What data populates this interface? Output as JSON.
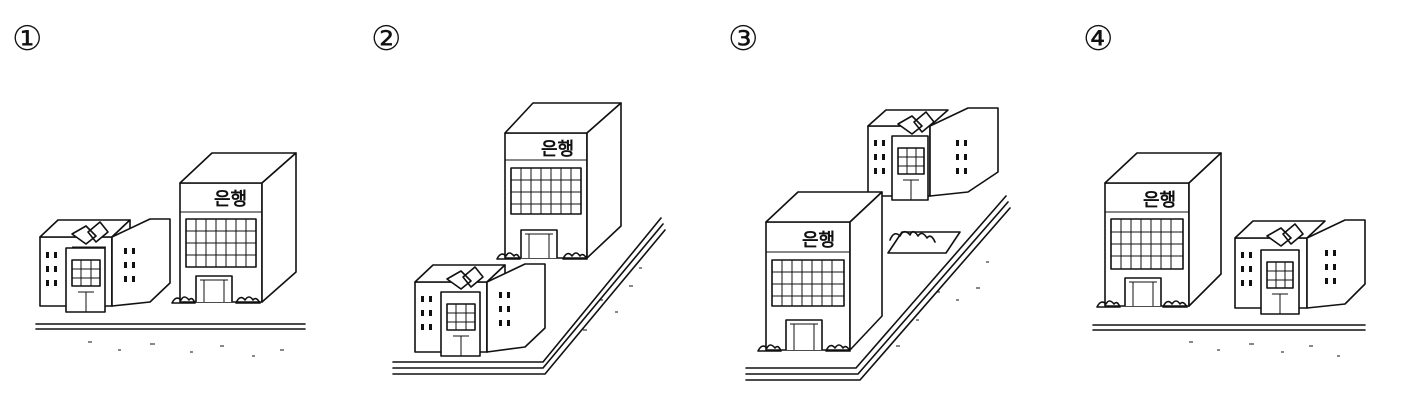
{
  "options": [
    {
      "label": "①",
      "sign": "은행"
    },
    {
      "label": "②",
      "sign": "은행"
    },
    {
      "label": "③",
      "sign": "은행"
    },
    {
      "label": "④",
      "sign": "은행"
    }
  ]
}
